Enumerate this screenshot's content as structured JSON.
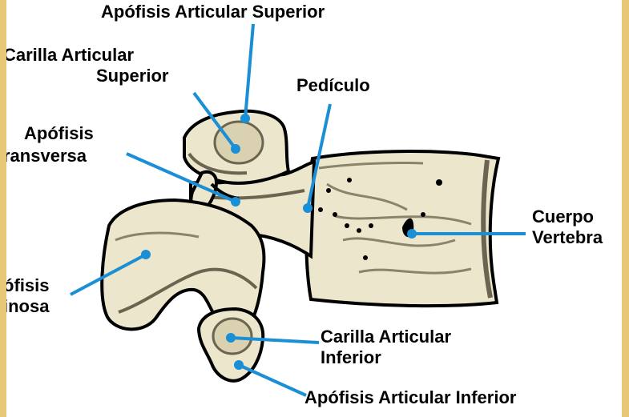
{
  "colors": {
    "frame": "#e8c877",
    "background": "#ffffff",
    "bone_fill": "#ece6cc",
    "bone_shadow": "#6a6450",
    "outline": "#000000",
    "leader_line": "#1a8fd6"
  },
  "labels": {
    "apofisis_articular_superior": "Apófisis Articular Superior",
    "carilla_articular_superior_1": "Carilla Articular",
    "carilla_articular_superior_2": "Superior",
    "pediculo": "Pedículo",
    "apofisis_transversa_1": "Apófisis",
    "apofisis_transversa_2": "ransversa",
    "cuerpo_vertebral_1": "Cuerpo",
    "cuerpo_vertebral_2": "Vertebra",
    "apofisis_espinosa_1": "óﬁsis",
    "apofisis_espinosa_2": "inosa",
    "carilla_articular_inferior_1": "Carilla Articular",
    "carilla_articular_inferior_2": "Inferior",
    "apofisis_articular_inferior": "Apófisis Articular Inferior"
  }
}
